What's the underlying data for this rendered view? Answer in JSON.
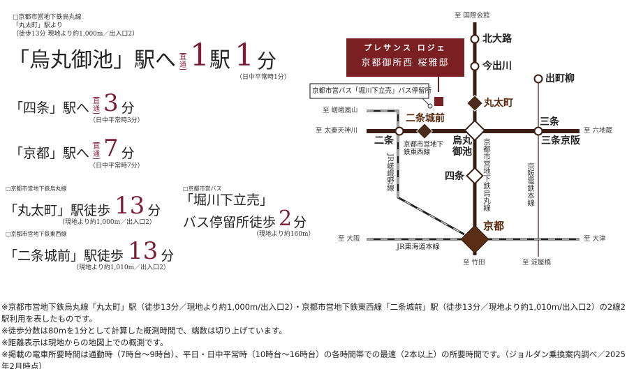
{
  "left": {
    "karasumaoike": {
      "line": "□京都市営地下鉄烏丸線",
      "from": "「丸太町」駅より",
      "walk": "（徒歩13分 現地より約1,000m／出入口2）",
      "station": "「烏丸御池」駅へ",
      "badge": "直通",
      "stops": "1",
      "stops_unit": "駅",
      "minutes": "1",
      "unit": "分",
      "note": "（日中平常時1分）"
    },
    "shijo": {
      "station": "「四条」駅へ",
      "badge": "直通",
      "minutes": "3",
      "unit": "分",
      "note": "（日中平常時3分）"
    },
    "kyoto": {
      "station": "「京都」駅へ",
      "badge": "直通",
      "minutes": "7",
      "unit": "分",
      "note": "（日中平常時7分）"
    },
    "marutamachi": {
      "line": "□京都市営地下鉄烏丸線",
      "station": "「丸太町」駅徒歩",
      "minutes": "13",
      "unit": "分",
      "note": "（現地より約1,000m／出入口2）"
    },
    "nijojomae": {
      "line": "□京都市営地下鉄東西線",
      "station": "「二条城前」駅徒歩",
      "minutes": "13",
      "unit": "分",
      "note": "（現地より約1,010m／出入口2）"
    },
    "bus": {
      "line": "□京都市営バス",
      "station1": "「堀川下立売」",
      "station2": "バス停留所徒歩",
      "minutes": "2",
      "unit": "分",
      "note": "（現地より約160m）"
    }
  },
  "map": {
    "property_line1": "プレサンス ロジェ",
    "property_line2": "京都御所西 桜雅邸",
    "bus_stop_label": "京都市営バス「堀川下立売」バス停留所",
    "stations": {
      "kitaoji": "北大路",
      "imadegawa": "今出川",
      "marutamachi": "丸太町",
      "karasumaoike": "烏丸御池",
      "shijo": "四条",
      "kyoto": "京都",
      "nijo": "二条",
      "nijojomae": "二条城前",
      "sanjo": "三条",
      "sanjokeihan": "三条京阪",
      "demachiyanagi": "出町柳"
    },
    "directions": {
      "kokusaikaikan": "至 国際会館",
      "sagaarashiyama": "至 嵯峨嵐山",
      "uzumasa": "至 太秦天神川",
      "rokujizo": "至 六地蔵",
      "osaka": "至 大阪",
      "otsu": "至 大津",
      "takeda": "至 竹田",
      "yodoyabashi": "至 淀屋橋"
    },
    "lines": {
      "tozai": "京都市営地下鉄東西線",
      "karasuma": "京都市営地下鉄烏丸線",
      "sagano": "JR嵯峨野線",
      "keihan": "京阪電鉄本線",
      "tokaido": "JR東海道本線"
    },
    "colors": {
      "subway": "#3a1e14",
      "property": "#7a1f22",
      "keihan": "#6b4a3a",
      "kyoto_station": "#5a2e14"
    }
  },
  "notes": [
    "※京都市営地下鉄烏丸線「丸太町」駅（徒歩13分／現地より約1,000m/出入口2）・京都市営地下鉄東西線「二条城前」駅（徒歩13分／現地より約1,010m/出入口2）の2線2駅利用を表したものです。",
    "※徒歩分数は80mを1分として計算した概測時間で、端数は切り上げています。",
    "※距離表示は現地からの地図上での概測です。",
    "※掲載の電車所要時間は通勤時（7時台～9時台）、平日・日中平常時（10時台～16時台）の各時間帯での最速（2本以上）の所要時間です。（ジョルダン乗換案内調べ／2025年2月時点）"
  ]
}
